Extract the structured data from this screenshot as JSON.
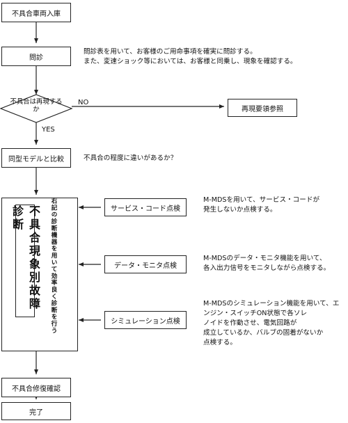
{
  "steps": {
    "intake": "不具合車両入庫",
    "interview": "問診",
    "decision": "不具合は再現するか",
    "reproduce_ref": "再現要領参照",
    "compare": "同型モデルと比較",
    "repair_confirm": "不具合修復確認",
    "done": "完了"
  },
  "branch_labels": {
    "no": "NO",
    "yes": "YES"
  },
  "notes": {
    "interview_line1": "問診表を用いて、お客様のご用命事項を確実に問診する。",
    "interview_line2": "また、変速ショック等においては、お客様と同乗し、現象を確認する。",
    "compare": "不具合の程度に違いがあるか？"
  },
  "diagnosis": {
    "title": "不具合現象別故障診断",
    "instruction": "右記の診断機器を用いて効率良く診断を行う",
    "checks": [
      {
        "label": "サービス・コード点検",
        "lines": [
          "M-MDSを用いて、サービス・コードが",
          "発生しないか点検する。"
        ]
      },
      {
        "label": "データ・モニタ点検",
        "lines": [
          "M-MDSのデータ・モニタ機能を用いて、",
          "各入出力信号をモニタしながら点検する。"
        ]
      },
      {
        "label": "シミュレーション点検",
        "lines": [
          "M-MDSのシミュレーション機能を用いて、エンジン・スイッチON状態で各ソレ",
          "ノイドを作動させ、電気回路が",
          "成立しているか、バルブの固着がないか",
          "点検する。"
        ]
      }
    ]
  }
}
